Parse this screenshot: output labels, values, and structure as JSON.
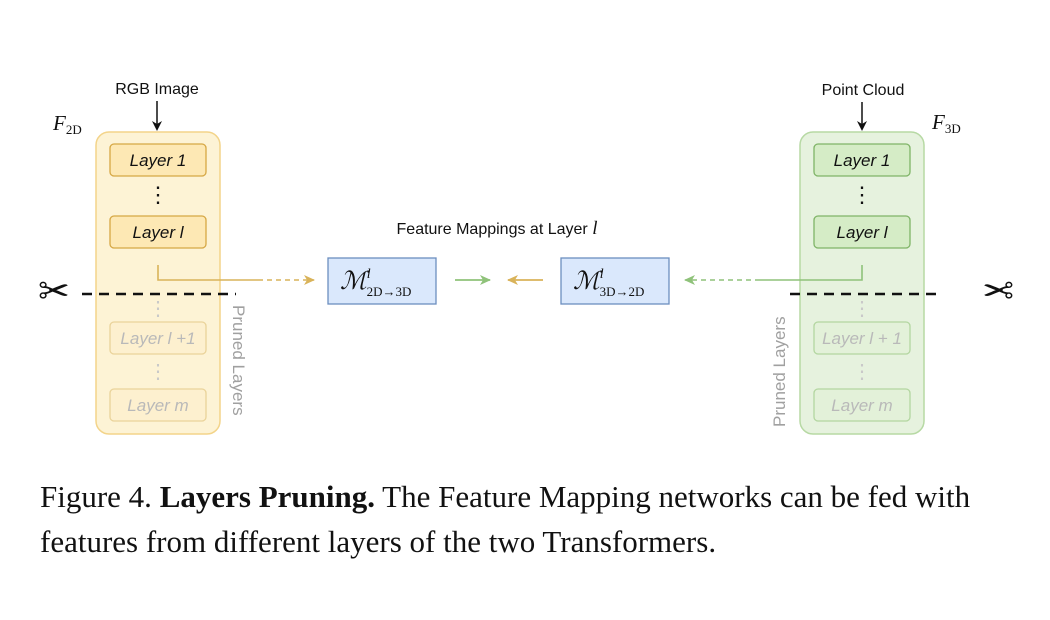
{
  "left": {
    "input_label": "RGB Image",
    "feature_symbol_main": "F",
    "feature_symbol_sub": "2D",
    "layers": {
      "first": "Layer 1",
      "mid": "Layer l",
      "pruned_first": "Layer l +1",
      "pruned_last": "Layer m"
    },
    "dots": "⋮",
    "pruned_label": "Pruned Layers",
    "colors": {
      "column_fill": "#fdf3d5",
      "column_stroke": "#f3d48a",
      "layer_fill": "#fde8b4",
      "layer_stroke": "#d6a744",
      "arrow": "#d9b35a"
    }
  },
  "right": {
    "input_label": "Point Cloud",
    "feature_symbol_main": "F",
    "feature_symbol_sub": "3D",
    "layers": {
      "first": "Layer 1",
      "mid": "Layer l",
      "pruned_first": "Layer l + 1",
      "pruned_last": "Layer m"
    },
    "dots": "⋮",
    "pruned_label": "Pruned Layers",
    "colors": {
      "column_fill": "#e6f2de",
      "column_stroke": "#b7d9a4",
      "layer_fill": "#d5ecc6",
      "layer_stroke": "#7fb467",
      "arrow": "#8fc27a"
    }
  },
  "center": {
    "title_prefix": "Feature Mappings at Layer ",
    "title_var": "l",
    "mapping_2d_3d": {
      "main": "ℳ",
      "sup": "l",
      "sub": "2D→3D"
    },
    "mapping_3d_2d": {
      "main": "ℳ",
      "sup": "l",
      "sub": "3D→2D"
    },
    "colors": {
      "box_fill": "#dae8fc",
      "box_stroke": "#6c8ebf"
    }
  },
  "icons": {
    "left_cut": "scissors-icon",
    "right_cut": "scissors-icon",
    "scissors_glyph": "✂"
  },
  "caption": {
    "prefix": "Figure 4. ",
    "bold": "Layers Pruning.",
    "text": " The Feature Mapping networks can be fed with features from different layers of the two Transformers."
  }
}
